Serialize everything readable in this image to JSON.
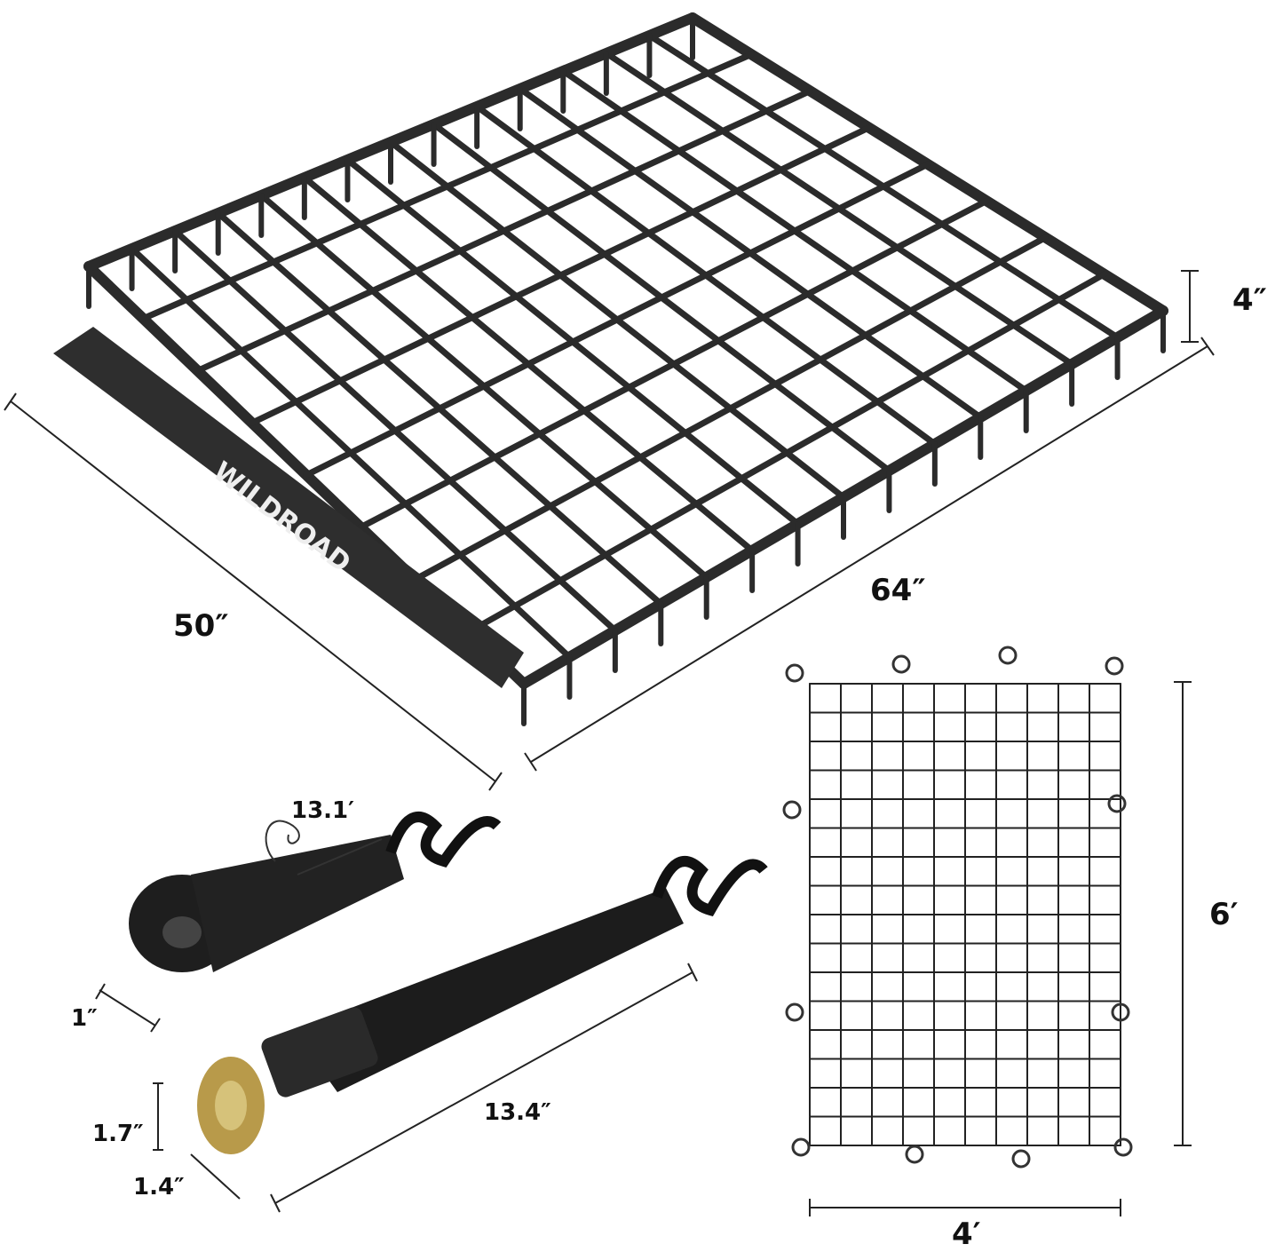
{
  "brand_logo": "WILDROAD",
  "colors": {
    "product": "#2b2b2b",
    "dimension_line": "#222222",
    "label": "#111111",
    "buckle_brass": "#b89a4a"
  },
  "rack": {
    "height": "4″",
    "width": "50″",
    "length": "64″"
  },
  "strap": {
    "length": "13.1′",
    "width": "1″",
    "ratchet_height": "1.7″",
    "ratchet_width": "1.4″",
    "ratchet_strap_length": "13.4″"
  },
  "net": {
    "height": "6′",
    "width": "4′"
  }
}
